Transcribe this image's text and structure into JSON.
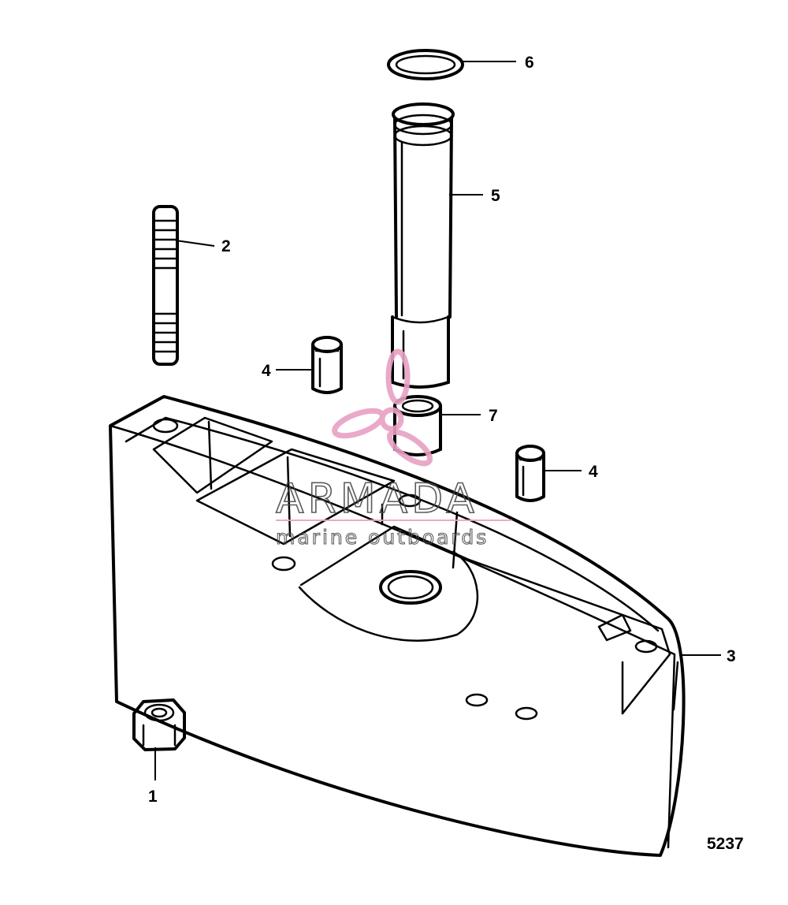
{
  "figure_number": "5237",
  "callouts": [
    {
      "id": "c1",
      "label": "1"
    },
    {
      "id": "c2",
      "label": "2"
    },
    {
      "id": "c3",
      "label": "3"
    },
    {
      "id": "c4a",
      "label": "4"
    },
    {
      "id": "c4b",
      "label": "4"
    },
    {
      "id": "c5",
      "label": "5"
    },
    {
      "id": "c6",
      "label": "6"
    },
    {
      "id": "c7",
      "label": "7"
    }
  ],
  "watermark": {
    "title": "ARMADA",
    "subtitle": "marine outboards",
    "accent_color": "#e8a0c4",
    "text_color": "#4a4a4a"
  }
}
